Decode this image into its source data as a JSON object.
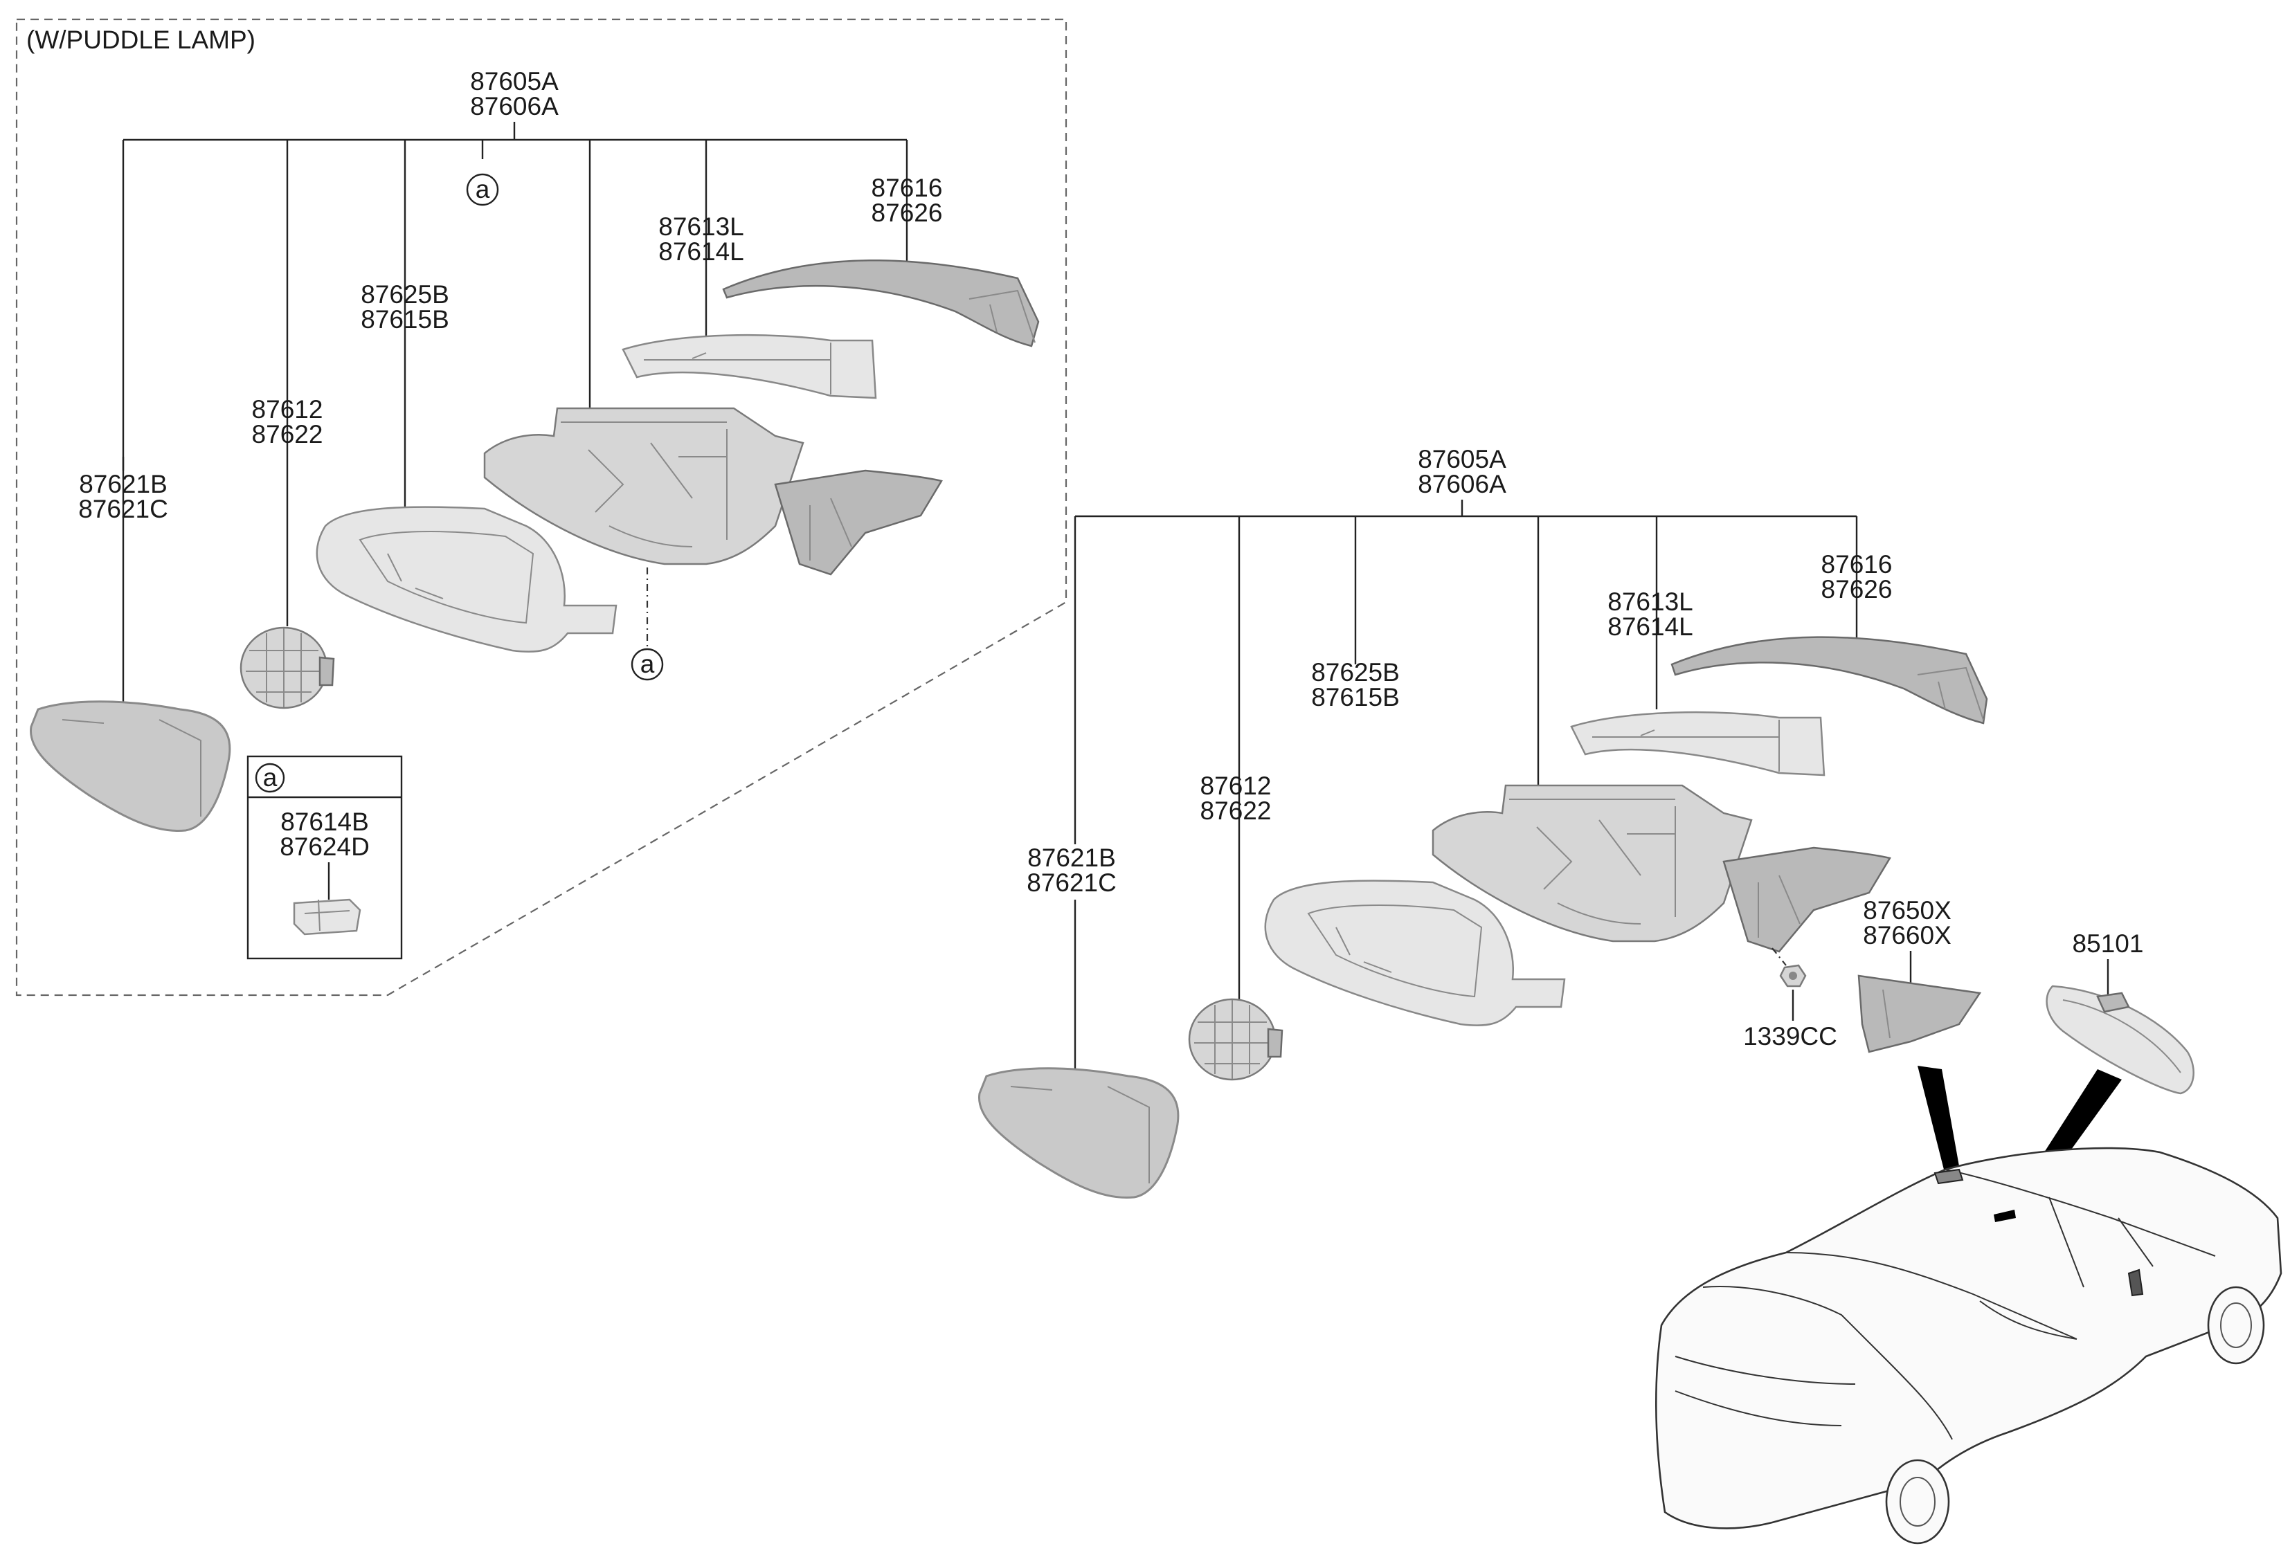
{
  "group_title": "(W/PUDDLE LAMP)",
  "detail_marker": "a",
  "upper_assembly": {
    "assy": [
      "87605A",
      "87606A"
    ],
    "cover": [
      "87616",
      "87626"
    ],
    "turn_lamp": [
      "87613L",
      "87614L"
    ],
    "housing": [
      "87625B",
      "87615B"
    ],
    "actuator": [
      "87612",
      "87622"
    ],
    "glass": [
      "87621B",
      "87621C"
    ],
    "puddle_lamp": [
      "87614B",
      "87624D"
    ]
  },
  "lower_assembly": {
    "assy": [
      "87605A",
      "87606A"
    ],
    "cover": [
      "87616",
      "87626"
    ],
    "turn_lamp": [
      "87613L",
      "87614L"
    ],
    "housing": [
      "87625B",
      "87615B"
    ],
    "actuator": [
      "87612",
      "87622"
    ],
    "glass": [
      "87621B",
      "87621C"
    ],
    "nut": "1339CC",
    "garnish": [
      "87650X",
      "87660X"
    ],
    "inside_mirror": "85101"
  },
  "icons": [
    "mirror-glass-icon",
    "actuator-icon",
    "mirror-housing-icon",
    "mirror-frame-icon",
    "turn-lamp-icon",
    "mirror-cover-icon",
    "puddle-lamp-icon",
    "nut-icon",
    "garnish-icon",
    "inside-mirror-icon",
    "car-icon"
  ]
}
